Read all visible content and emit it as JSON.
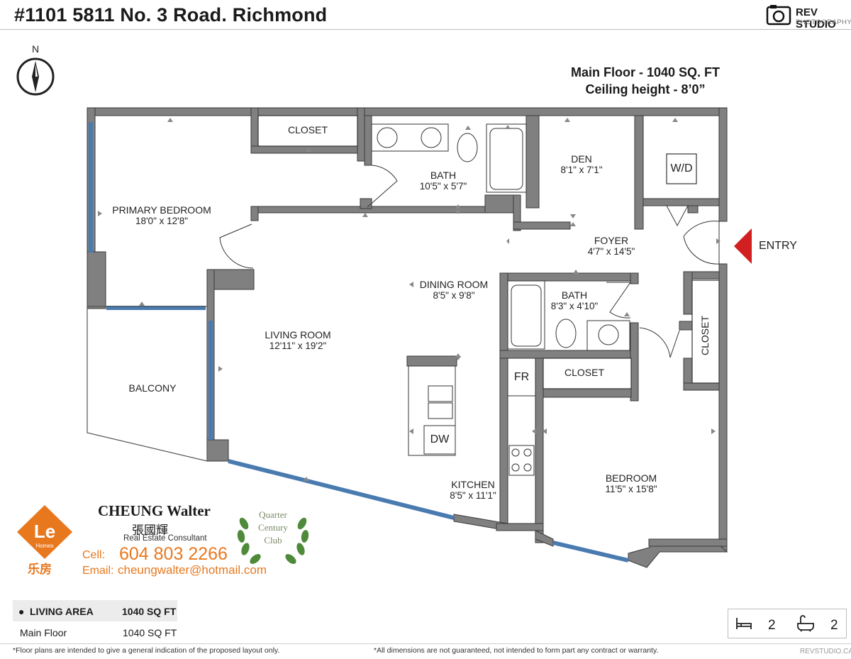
{
  "header": {
    "title": "#1101 5811 No. 3 Road. Richmond",
    "logo_name": "REV STUDIO",
    "logo_sub": "PHOTOGRAPHY"
  },
  "compass": {
    "label": "N"
  },
  "floor_info": {
    "line1": "Main Floor - 1040 SQ. FT",
    "line2": "Ceiling height - 8’0”"
  },
  "rooms": {
    "closet_top": "CLOSET",
    "bath1": {
      "name": "BATH",
      "dim": "10'5\" x 5'7\""
    },
    "den": {
      "name": "DEN",
      "dim": "8'1\" x 7'1\""
    },
    "wd": "W/D",
    "primary": {
      "name": "PRIMARY BEDROOM",
      "dim": "18'0\" x 12'8\""
    },
    "foyer": {
      "name": "FOYER",
      "dim": "4'7\" x 14'5\""
    },
    "entry": "ENTRY",
    "dining": {
      "name": "DINING ROOM",
      "dim": "8'5\" x 9'8\""
    },
    "bath2": {
      "name": "BATH",
      "dim": "8'3\" x 4'10\""
    },
    "living": {
      "name": "LIVING ROOM",
      "dim": "12'11\" x 19'2\""
    },
    "balcony": "BALCONY",
    "fr": "FR",
    "closet_mid": "CLOSET",
    "closet_right": "CLOSET",
    "dw": "DW",
    "kitchen": {
      "name": "KITCHEN",
      "dim": "8'5\" x 11'1\""
    },
    "bedroom": {
      "name": "BEDROOM",
      "dim": "11'5\" x 15'8\""
    }
  },
  "agent": {
    "name": "CHEUNG Walter",
    "name_cn": "張國輝",
    "title": "Real Estate Consultant",
    "cell_label": "Cell:",
    "cell": "604 803 2266",
    "email_label": "Email:",
    "email": "cheungwalter@hotmail.com",
    "logo_text": "Le",
    "logo_sub": "Homes",
    "logo_cn": "乐房",
    "badge_lines": [
      "Quarter",
      "Century",
      "Club"
    ]
  },
  "area": {
    "header_label": "LIVING AREA",
    "header_value": "1040 SQ FT",
    "row_label": "Main Floor",
    "row_value": "1040 SQ FT"
  },
  "counts": {
    "bedrooms": "2",
    "bathrooms": "2"
  },
  "footer": {
    "left": "*Floor plans are intended to give a general indication of the proposed layout only.",
    "right": "*All dimensions are not guaranteed, not intended to form part any contract or warranty.",
    "site": "REVSTUDIO.CA"
  },
  "colors": {
    "wall": "#808080",
    "window": "#4a7bb0",
    "entry_arrow": "#d21f1f",
    "accent": "#e8781e"
  }
}
